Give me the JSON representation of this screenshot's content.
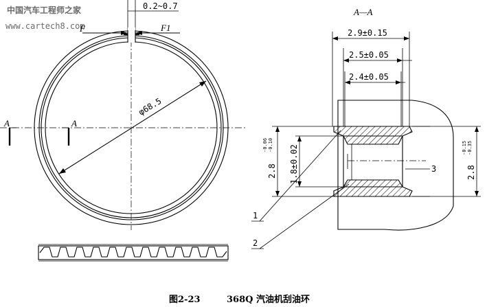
{
  "watermark": {
    "site_name": "中国汽车工程师之家",
    "url": "www.cartech8.com"
  },
  "plan_view": {
    "top_dim": "0.2~0.7",
    "F1": "F1",
    "F_left": "F",
    "diameter": "φ68.5",
    "section_mark_left": "A",
    "section_mark_right": "A"
  },
  "section_view": {
    "title": "A—A",
    "dim_width_outer": "2.9±0.15",
    "dim_width_mid": "2.5±0.05",
    "dim_width_inner": "2.4±0.05",
    "dim_height_left": "1.8±0.02",
    "dim_height_outer_left": "2.8",
    "dim_height_outer_left_tol_upper": "-0.06",
    "dim_height_outer_left_tol_lower": "-0.10",
    "dim_height_right": "2.8",
    "dim_height_right_tol_upper": "-0.15",
    "dim_height_right_tol_lower": "-0.35",
    "callout_1": "1",
    "callout_2": "2",
    "callout_3": "3"
  },
  "caption": {
    "figure_no": "图2-23",
    "title": "368Q 汽油机刮油环"
  }
}
